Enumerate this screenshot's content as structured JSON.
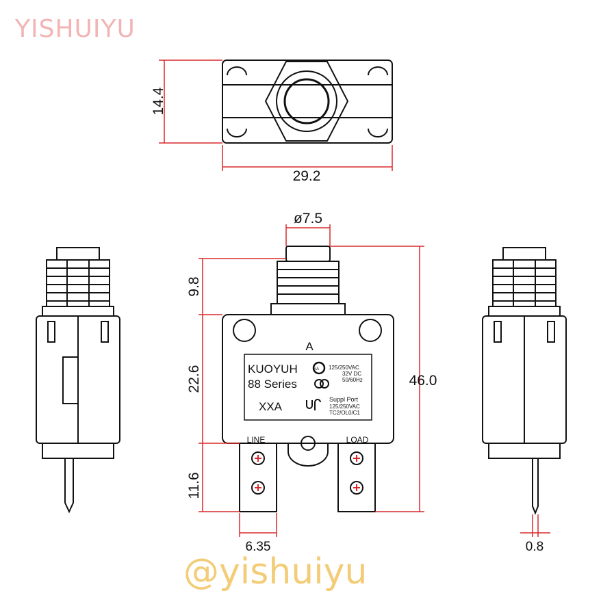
{
  "watermarks": {
    "top": "YISHUIYU",
    "bottom": "@yishuiyu"
  },
  "dimensions": {
    "top_height": "14.4",
    "top_width": "29.2",
    "button_diameter": "ø7.5",
    "button_height": "9.8",
    "body_height": "22.6",
    "terminal_height": "11.6",
    "total_height": "46.0",
    "terminal_width": "6.35",
    "terminal_thickness": "0.8"
  },
  "label": {
    "rating_letter": "A",
    "brand": "KUOYUH",
    "series": "88 Series",
    "amps": "XXA",
    "voltage_ac": "125/250VAC",
    "voltage_dc": "32V DC",
    "frequency": "50/60Hz",
    "support_title": "Suppl Port",
    "support_voltage": "125/250VAC",
    "support_codes": "TC2/OL0/C1",
    "cert_mark": "SA"
  },
  "terminals": {
    "line": "LINE",
    "load": "LOAD"
  },
  "colors": {
    "line": "#111111",
    "dimension": "#d9282a"
  }
}
